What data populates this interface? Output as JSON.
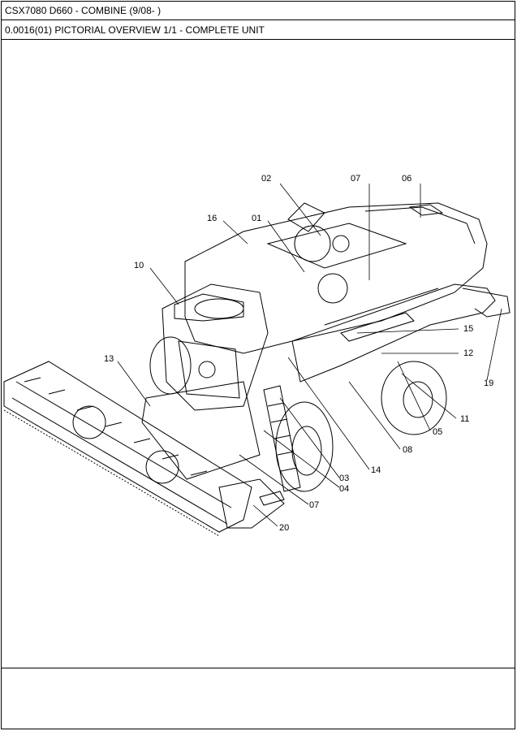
{
  "header": {
    "title": "CSX7080 D660 - COMBINE (9/08- )",
    "subtitle": "0.0016(01) PICTORIAL OVERVIEW 1/1 - COMPLETE UNIT"
  },
  "callouts": [
    {
      "id": "c02",
      "label": "02"
    },
    {
      "id": "c07a",
      "label": "07"
    },
    {
      "id": "c06",
      "label": "06"
    },
    {
      "id": "c16",
      "label": "16"
    },
    {
      "id": "c01",
      "label": "01"
    },
    {
      "id": "c10",
      "label": "10"
    },
    {
      "id": "c15",
      "label": "15"
    },
    {
      "id": "c12",
      "label": "12"
    },
    {
      "id": "c13",
      "label": "13"
    },
    {
      "id": "c19",
      "label": "19"
    },
    {
      "id": "c11",
      "label": "11"
    },
    {
      "id": "c05",
      "label": "05"
    },
    {
      "id": "c08",
      "label": "08"
    },
    {
      "id": "c14",
      "label": "14"
    },
    {
      "id": "c03",
      "label": "03"
    },
    {
      "id": "c04",
      "label": "04"
    },
    {
      "id": "c07b",
      "label": "07"
    },
    {
      "id": "c20",
      "label": "20"
    }
  ]
}
